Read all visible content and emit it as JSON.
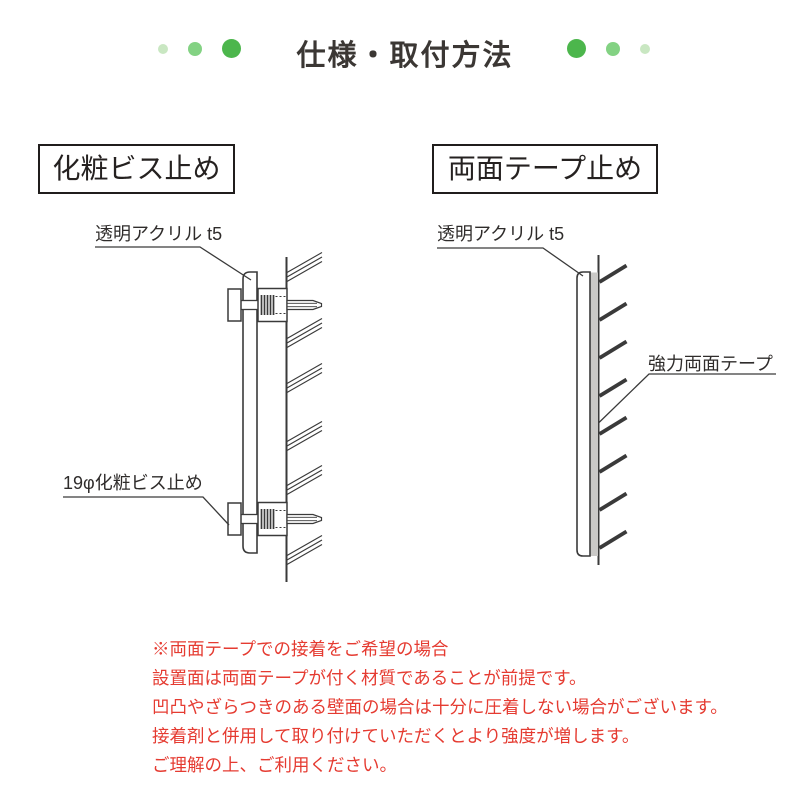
{
  "header": {
    "title": "仕様・取付方法"
  },
  "sections": {
    "screw": {
      "title": "化粧ビス止め",
      "labels": {
        "acrylic": "透明アクリル t5",
        "screw": "19φ化粧ビス止め"
      }
    },
    "tape": {
      "title": "両面テープ止め",
      "labels": {
        "acrylic": "透明アクリル t5",
        "tape": "強力両面テープ"
      }
    }
  },
  "notes": {
    "lines": [
      "※両面テープでの接着をご希望の場合",
      "設置面は両面テープが付く材質であることが前提です。",
      "凹凸やざらつきのある壁面の場合は十分に圧着しない場合がございます。",
      "接着剤と併用して取り付けていただくとより強度が増します。",
      "ご理解の上、ご利用ください。"
    ]
  },
  "colors": {
    "note_red": "#e53b31",
    "dot_green_large": "#4cb64c",
    "dot_green_medium": "#83d283",
    "dot_green_small": "#c9e7c2",
    "line_dark": "#3a3a3a",
    "tape_gray": "#cac9c7",
    "title_text": "#3b3734"
  }
}
